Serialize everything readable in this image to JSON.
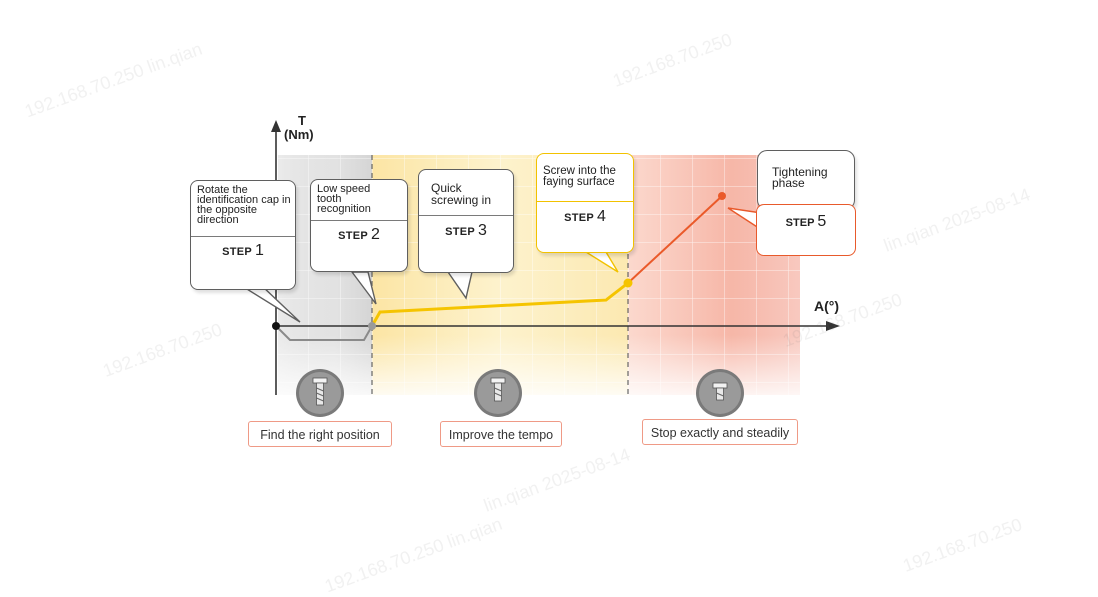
{
  "axes": {
    "y_title": "T",
    "y_unit": "(Nm)",
    "x_title": "A(°)"
  },
  "steps": [
    {
      "description": "Rotate the identification cap in the opposite direction",
      "step_word": "STEP",
      "step_number": "1"
    },
    {
      "description": "Low speed tooth recognition",
      "step_word": "STEP",
      "step_number": "2"
    },
    {
      "description": "Quick screwing in",
      "step_word": "STEP",
      "step_number": "3"
    },
    {
      "description": "Screw into the faying surface",
      "step_word": "STEP",
      "step_number": "4"
    },
    {
      "description": "Tightening phase",
      "step_word": "STEP",
      "step_number": "5"
    }
  ],
  "phases": [
    {
      "label": "Find the right position"
    },
    {
      "label": "Improve the tempo"
    },
    {
      "label": "Stop exactly and steadily"
    }
  ],
  "colors": {
    "phase1_band": "#d9d9d9",
    "phase2_band": "#fbe9a6",
    "phase3_band": "#f6b8a8",
    "curve_gray": "#8a8a8a",
    "curve_yellow": "#f5c400",
    "curve_orange": "#ea5a2a",
    "accent_border": "#ef9a86"
  },
  "watermark": {
    "ip": "192.168.70.250",
    "user": "lin.qian",
    "date": "2025-08-14"
  }
}
